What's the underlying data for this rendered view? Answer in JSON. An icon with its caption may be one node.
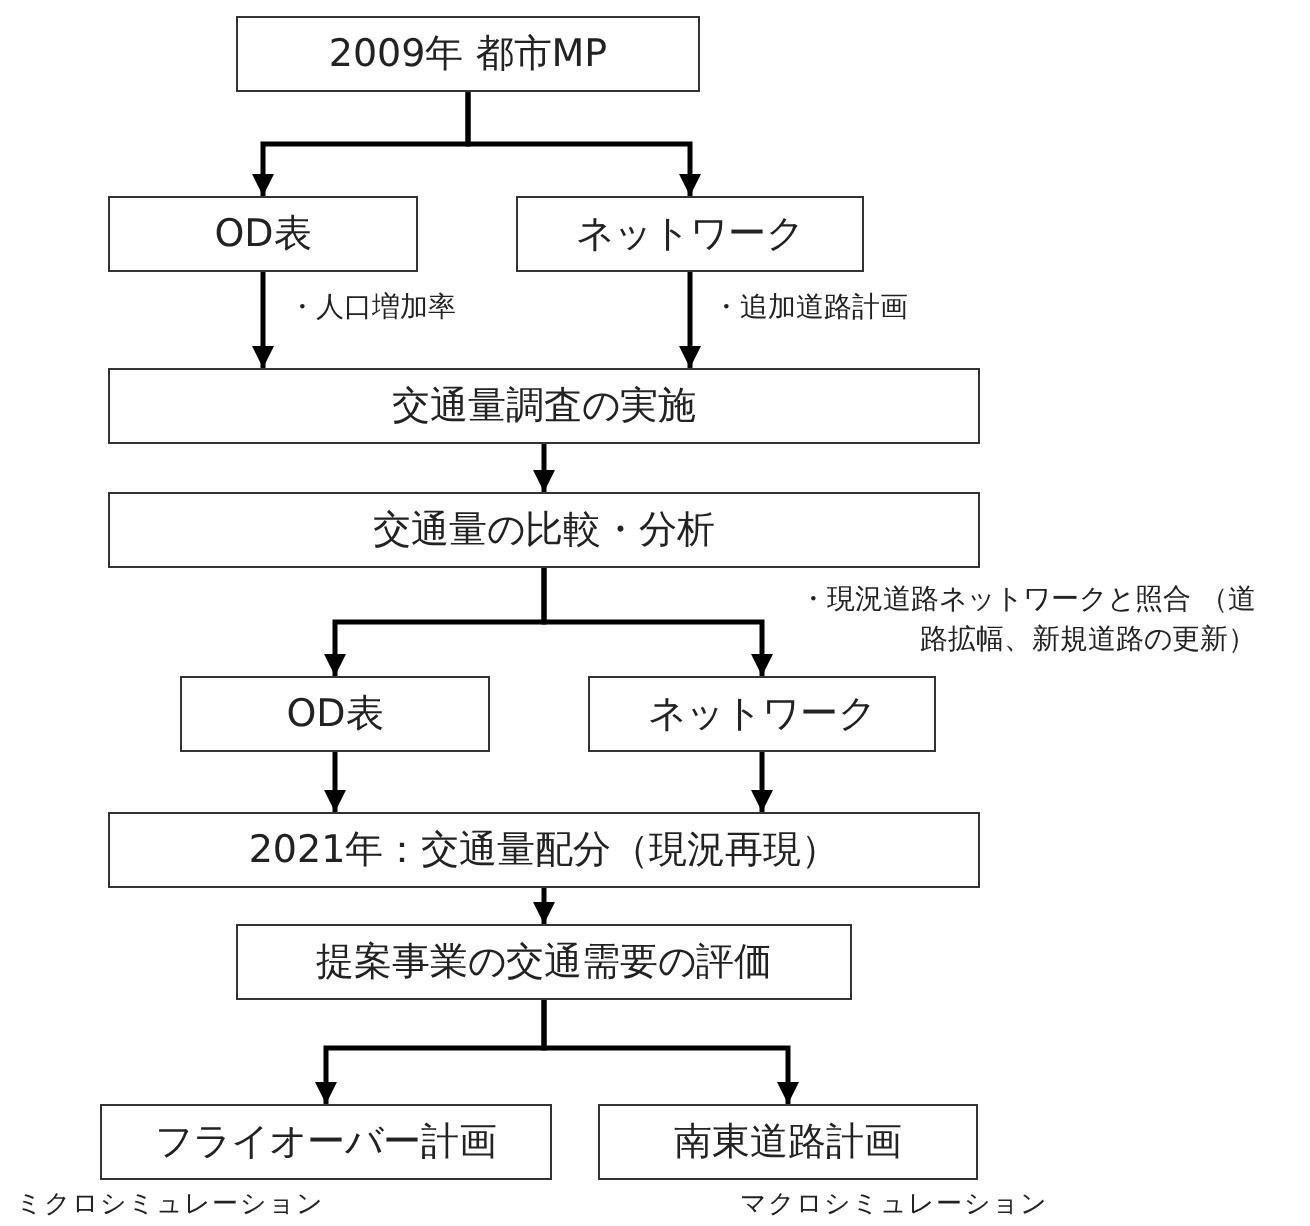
{
  "diagram": {
    "nodes": [
      {
        "text": [
          "2009年 都市MP"
        ]
      },
      {
        "text": [
          "OD表"
        ]
      },
      {
        "text": [
          "ネットワーク"
        ]
      },
      {
        "text": [
          "交通量調査の実施"
        ]
      },
      {
        "text": [
          "交通量の比較・分析"
        ]
      },
      {
        "text": [
          "OD表"
        ]
      },
      {
        "text": [
          "ネットワーク"
        ]
      },
      {
        "text": [
          "2021年：交通量配分（現況再現）"
        ]
      },
      {
        "text": [
          "提案事業の交通需要の評価"
        ]
      },
      {
        "text": [
          "フライオーバー計画"
        ],
        "beside": [
          "ミクロシミュレーション"
        ]
      },
      {
        "text": [
          "南東道路計画"
        ],
        "beside": [
          "マクロシミュレーション"
        ]
      }
    ],
    "edges": [
      {
        "from": 0,
        "to": 1,
        "arrow": "to"
      },
      {
        "from": 0,
        "to": 2,
        "arrow": "to"
      },
      {
        "from": 1,
        "to": 3,
        "arrow": "to",
        "label": "・人口増加率"
      },
      {
        "from": 2,
        "to": 3,
        "arrow": "to",
        "label": "・追加道路計画"
      },
      {
        "from": 3,
        "to": 4,
        "arrow": "to"
      },
      {
        "from": 4,
        "to": 5,
        "arrow": "to"
      },
      {
        "from": 4,
        "to": 6,
        "arrow": "to",
        "label": "・現況道路ネットワークと照合 （道路拡幅、新規道路の更新）"
      },
      {
        "from": 5,
        "to": 7,
        "arrow": "to"
      },
      {
        "from": 6,
        "to": 7,
        "arrow": "to"
      },
      {
        "from": 7,
        "to": 8,
        "arrow": "to"
      },
      {
        "from": 8,
        "to": 9,
        "arrow": "to"
      },
      {
        "from": 8,
        "to": 10,
        "arrow": "to"
      }
    ]
  }
}
